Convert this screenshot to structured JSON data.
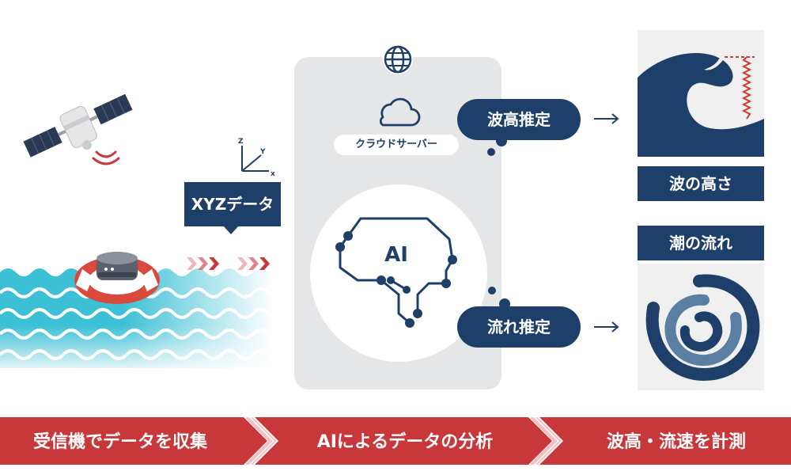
{
  "cloud": {
    "label": "クラウドサーバー"
  },
  "ai": {
    "label": "AI"
  },
  "xyz": {
    "label": "XYZデータ",
    "axis_x": "x",
    "axis_y": "Y",
    "axis_z": "Z"
  },
  "estimates": {
    "wave": "波高推定",
    "flow": "流れ推定"
  },
  "results": {
    "wave_height": "波の高さ",
    "tide_flow": "潮の流れ"
  },
  "steps": [
    {
      "label": "受信機でデータを収集"
    },
    {
      "label": "AIによるデータの分析"
    },
    {
      "label": "波高・流速を計測"
    }
  ],
  "colors": {
    "navy": "#1e3f6a",
    "red": "#c8373a",
    "cyan": "#3cc0d6",
    "panel": "#e5e6e7"
  }
}
